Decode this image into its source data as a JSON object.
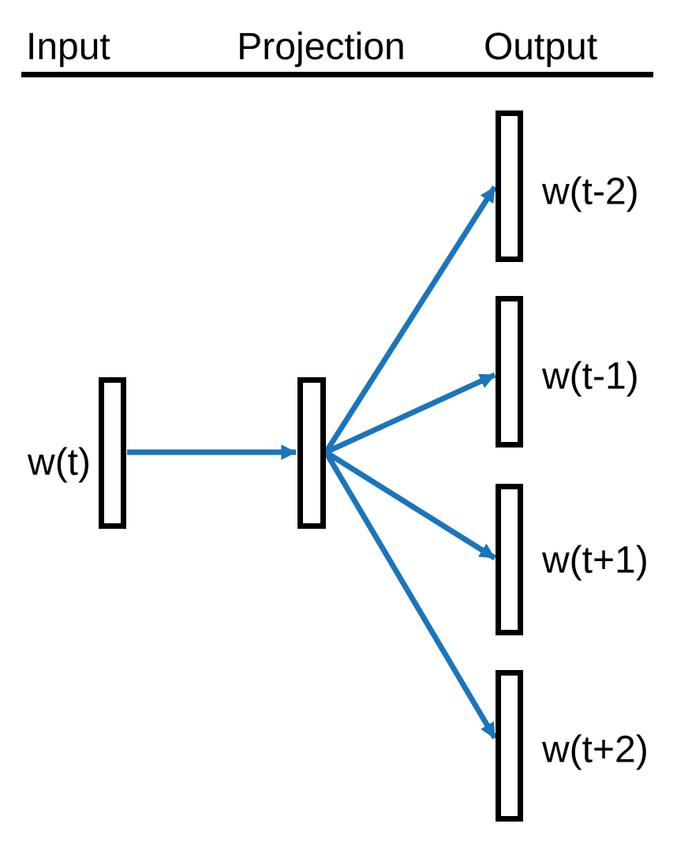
{
  "header": {
    "columns": [
      "Input",
      "Projection",
      "Output"
    ]
  },
  "nodes": {
    "input": {
      "label": "w(t)"
    },
    "projection": {
      "label": ""
    },
    "outputs": [
      {
        "label": "w(t-2)"
      },
      {
        "label": "w(t-1)"
      },
      {
        "label": "w(t+1)"
      },
      {
        "label": "w(t+2)"
      }
    ]
  },
  "edges": [
    {
      "from": "input",
      "to": "projection"
    },
    {
      "from": "projection",
      "to": "output-0"
    },
    {
      "from": "projection",
      "to": "output-1"
    },
    {
      "from": "projection",
      "to": "output-2"
    },
    {
      "from": "projection",
      "to": "output-3"
    }
  ],
  "colors": {
    "outline": "#000000",
    "arrow": "#1B75BC",
    "text": "#000000",
    "background": "#FFFFFF"
  }
}
